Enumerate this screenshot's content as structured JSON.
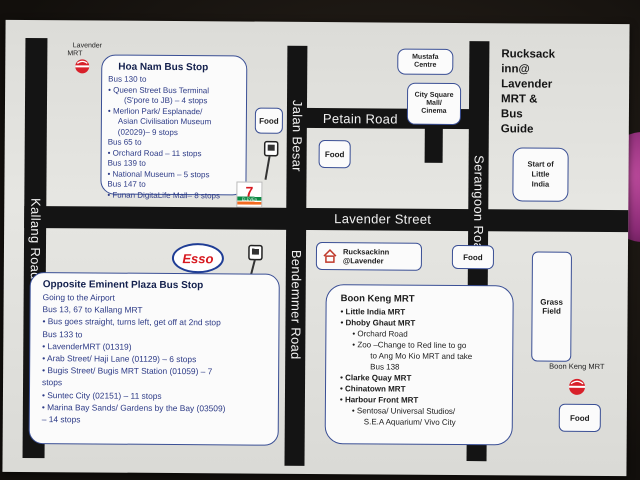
{
  "title": [
    "Rucksack",
    "inn@",
    "Lavender",
    "MRT &",
    "Bus",
    "Guide"
  ],
  "roads": {
    "petain": "Petain Road",
    "lavender": "Lavender Street",
    "jalan_besar": "Jalan Besar",
    "kallang": "Kallang Road",
    "bendemmer": "Bendemmer Road",
    "serangoon": "Serangoon Road"
  },
  "stations": {
    "lavender": [
      "Lavender",
      "MRT"
    ],
    "boon_keng": "Boon Keng MRT"
  },
  "hoa_nam": {
    "title": "Hoa Nam Bus Stop",
    "lines": [
      "Bus 130 to",
      "•     Queen Street Bus Terminal",
      "(S'pore to JB) – 4 stops",
      "•   Merlion Park/ Esplanade/",
      "Asian Civilisation Museum",
      "(02029)– 9 stops",
      "Bus 65 to",
      "•     Orchard Road – 11 stops",
      "Bus 139 to",
      "•     National Museum – 5 stops",
      "Bus 147 to",
      "•     Funan DigitaLife Mall– 8 stops"
    ]
  },
  "eminent": {
    "title": "Opposite Eminent Plaza Bus Stop",
    "lines": [
      "Going to the Airport",
      "Bus 13, 67 to Kallang MRT",
      "•   Bus goes straight, turns left, get off at 2nd stop",
      "Bus 133 to",
      "•     LavenderMRT (01319)",
      "•     Arab Street/ Haji Lane (01129) – 6 stops",
      "•     Bugis Street/ Bugis MRT Station (01059) – 7",
      "stops",
      "•     Suntec City (02151) – 11 stops",
      "•     Marina Bay Sands/ Gardens by the Bay (03509)",
      "– 14 stops"
    ]
  },
  "boon_keng_box": {
    "title": "Boon Keng MRT",
    "lines": [
      "•   Little India MRT",
      "•   Dhoby Ghaut MRT",
      "•     Orchard Road",
      "•     Zoo –Change to Red line to go",
      "to Ang Mo Kio MRT and take",
      "Bus 138",
      "•   Clarke Quay MRT",
      "•   Chinatown MRT",
      "•   Harbour Front MRT",
      "•     Sentosa/ Universal Studios/",
      "S.E.A Aquarium/ Vivo City"
    ]
  },
  "callouts": {
    "mustafa": "Mustafa Centre",
    "city_square": [
      "City Square",
      "Mall/",
      "Cinema"
    ],
    "little_india": [
      "Start of",
      "Little",
      "India"
    ]
  },
  "boxes": {
    "food_1": "Food",
    "food_2": "Food",
    "food_3": "Food",
    "food_4": "Food",
    "grass": [
      "Grass",
      "Field"
    ],
    "rucksack": [
      "Rucksackinn",
      "@Lavender"
    ]
  },
  "logos": {
    "esso": "Esso",
    "seven_eleven": "7",
    "seven_eleven_sub": "ELEVEn"
  },
  "colors": {
    "road": "#141414",
    "bubble_border": "#3a4f95",
    "mrt_red": "#d8202a",
    "esso_red": "#d71920",
    "esso_blue": "#1f3d95",
    "seven_green": "#0b8a43",
    "seven_orange": "#f26a21"
  }
}
